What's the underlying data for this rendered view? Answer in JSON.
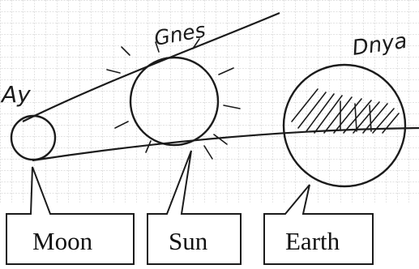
{
  "handwritten": {
    "sun_note": "Gnes",
    "moon_note": "Ay",
    "earth_note": "Dnya"
  },
  "callouts": {
    "moon": "Moon",
    "sun": "Sun",
    "earth": "Earth"
  },
  "colors": {
    "ink": "#1b1b1b",
    "grid": "#c4c4c4",
    "paper": "#ffffff"
  }
}
